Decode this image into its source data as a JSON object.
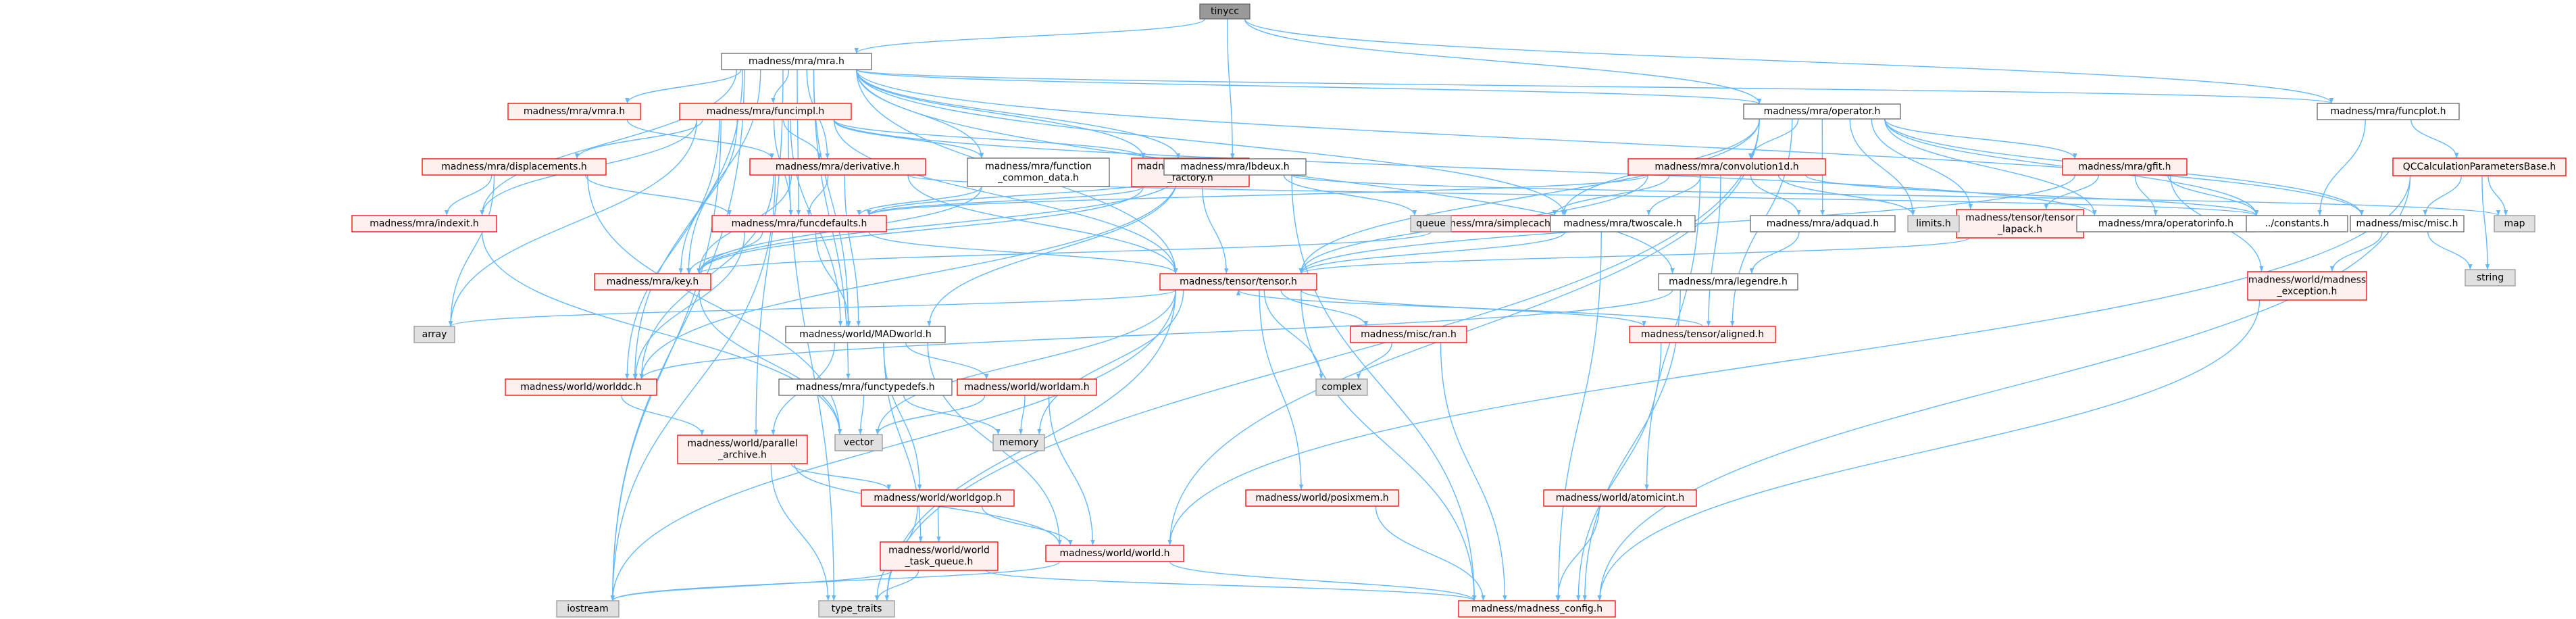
{
  "colors": {
    "edge": "#63b8ff",
    "border_normal": "#666666",
    "border_missing": "#ff0000",
    "root_fill": "#999999",
    "missing_fill": "#fff0f0",
    "external_fill": "#e0e0e0",
    "external_border": "#999999",
    "normal_fill": "#ffffff",
    "text": "#000000"
  },
  "nodes": [
    {
      "id": "tinycc",
      "lines": [
        "tinycc"
      ],
      "kind": "root"
    },
    {
      "id": "mra",
      "lines": [
        "madness/mra/mra.h"
      ],
      "kind": "normal"
    },
    {
      "id": "operator",
      "lines": [
        "madness/mra/operator.h"
      ],
      "kind": "normal"
    },
    {
      "id": "funcplot",
      "lines": [
        "madness/mra/funcplot.h"
      ],
      "kind": "normal"
    },
    {
      "id": "vmra",
      "lines": [
        "madness/mra/vmra.h"
      ],
      "kind": "missing"
    },
    {
      "id": "funcimpl",
      "lines": [
        "madness/mra/funcimpl.h"
      ],
      "kind": "missing"
    },
    {
      "id": "qccalc",
      "lines": [
        "QCCalculationParametersBase.h"
      ],
      "kind": "missing"
    },
    {
      "id": "convolution1d",
      "lines": [
        "madness/mra/convolution1d.h"
      ],
      "kind": "missing"
    },
    {
      "id": "gfit",
      "lines": [
        "madness/mra/gfit.h"
      ],
      "kind": "missing"
    },
    {
      "id": "displacements",
      "lines": [
        "madness/mra/displacements.h"
      ],
      "kind": "missing"
    },
    {
      "id": "derivative",
      "lines": [
        "madness/mra/derivative.h"
      ],
      "kind": "missing"
    },
    {
      "id": "fcd",
      "lines": [
        "madness/mra/function",
        "_common_data.h"
      ],
      "kind": "normal"
    },
    {
      "id": "ffactory",
      "lines": [
        "madness/mra/function",
        "_factory.h"
      ],
      "kind": "missing"
    },
    {
      "id": "lbdeux",
      "lines": [
        "madness/mra/lbdeux.h"
      ],
      "kind": "normal"
    },
    {
      "id": "simplecache",
      "lines": [
        "madness/mra/simplecache.h"
      ],
      "kind": "missing"
    },
    {
      "id": "twoscale",
      "lines": [
        "madness/mra/twoscale.h"
      ],
      "kind": "normal"
    },
    {
      "id": "adquad",
      "lines": [
        "madness/mra/adquad.h"
      ],
      "kind": "normal"
    },
    {
      "id": "tlapack",
      "lines": [
        "madness/tensor/tensor",
        "_lapack.h"
      ],
      "kind": "missing"
    },
    {
      "id": "opinfo",
      "lines": [
        "madness/mra/operatorinfo.h"
      ],
      "kind": "normal"
    },
    {
      "id": "constants",
      "lines": [
        "../constants.h"
      ],
      "kind": "normal"
    },
    {
      "id": "misc",
      "lines": [
        "madness/misc/misc.h"
      ],
      "kind": "normal"
    },
    {
      "id": "indexit",
      "lines": [
        "madness/mra/indexit.h"
      ],
      "kind": "missing"
    },
    {
      "id": "funcdefaults",
      "lines": [
        "madness/mra/funcdefaults.h"
      ],
      "kind": "missing"
    },
    {
      "id": "queue",
      "lines": [
        "queue"
      ],
      "kind": "external"
    },
    {
      "id": "limits",
      "lines": [
        "limits.h"
      ],
      "kind": "external"
    },
    {
      "id": "map",
      "lines": [
        "map"
      ],
      "kind": "external"
    },
    {
      "id": "string",
      "lines": [
        "string"
      ],
      "kind": "external"
    },
    {
      "id": "key",
      "lines": [
        "madness/mra/key.h"
      ],
      "kind": "missing"
    },
    {
      "id": "tensor",
      "lines": [
        "madness/tensor/tensor.h"
      ],
      "kind": "missing"
    },
    {
      "id": "legendre",
      "lines": [
        "madness/mra/legendre.h"
      ],
      "kind": "normal"
    },
    {
      "id": "mexception",
      "lines": [
        "madness/world/madness",
        "_exception.h"
      ],
      "kind": "missing"
    },
    {
      "id": "array",
      "lines": [
        "array"
      ],
      "kind": "external"
    },
    {
      "id": "madworld",
      "lines": [
        "madness/world/MADworld.h"
      ],
      "kind": "normal"
    },
    {
      "id": "mran",
      "lines": [
        "madness/misc/ran.h"
      ],
      "kind": "missing"
    },
    {
      "id": "aligned",
      "lines": [
        "madness/tensor/aligned.h"
      ],
      "kind": "missing"
    },
    {
      "id": "worlddc",
      "lines": [
        "madness/world/worlddc.h"
      ],
      "kind": "missing"
    },
    {
      "id": "functypedefs",
      "lines": [
        "madness/mra/functypedefs.h"
      ],
      "kind": "normal"
    },
    {
      "id": "worldam",
      "lines": [
        "madness/world/worldam.h"
      ],
      "kind": "missing"
    },
    {
      "id": "complex",
      "lines": [
        "complex"
      ],
      "kind": "external"
    },
    {
      "id": "vector",
      "lines": [
        "vector"
      ],
      "kind": "external"
    },
    {
      "id": "memory",
      "lines": [
        "memory"
      ],
      "kind": "external"
    },
    {
      "id": "parchive",
      "lines": [
        "madness/world/parallel",
        "_archive.h"
      ],
      "kind": "missing"
    },
    {
      "id": "worldgop",
      "lines": [
        "madness/world/worldgop.h"
      ],
      "kind": "missing"
    },
    {
      "id": "posixmem",
      "lines": [
        "madness/world/posixmem.h"
      ],
      "kind": "missing"
    },
    {
      "id": "atomicint",
      "lines": [
        "madness/world/atomicint.h"
      ],
      "kind": "missing"
    },
    {
      "id": "wtq",
      "lines": [
        "madness/world/world",
        "_task_queue.h"
      ],
      "kind": "missing"
    },
    {
      "id": "world",
      "lines": [
        "madness/world/world.h"
      ],
      "kind": "missing"
    },
    {
      "id": "iostream",
      "lines": [
        "iostream"
      ],
      "kind": "external"
    },
    {
      "id": "typetraits",
      "lines": [
        "type_traits"
      ],
      "kind": "external"
    },
    {
      "id": "mconfig",
      "lines": [
        "madness/madness_config.h"
      ],
      "kind": "missing"
    }
  ],
  "edges": [
    [
      "tinycc",
      "mra"
    ],
    [
      "tinycc",
      "operator"
    ],
    [
      "tinycc",
      "funcplot"
    ],
    [
      "tinycc",
      "lbdeux"
    ],
    [
      "mra",
      "iostream"
    ],
    [
      "mra",
      "vmra"
    ],
    [
      "mra",
      "funcimpl"
    ],
    [
      "mra",
      "derivative"
    ],
    [
      "mra",
      "operator"
    ],
    [
      "mra",
      "funcplot"
    ],
    [
      "mra",
      "fcd"
    ],
    [
      "mra",
      "ffactory"
    ],
    [
      "mra",
      "lbdeux"
    ],
    [
      "mra",
      "twoscale"
    ],
    [
      "mra",
      "legendre"
    ],
    [
      "mra",
      "tensor"
    ],
    [
      "mra",
      "key"
    ],
    [
      "mra",
      "indexit"
    ],
    [
      "mra",
      "funcdefaults"
    ],
    [
      "mra",
      "madworld"
    ],
    [
      "mra",
      "functypedefs"
    ],
    [
      "mra",
      "parchive"
    ],
    [
      "mra",
      "worlddc"
    ],
    [
      "mra",
      "misc"
    ],
    [
      "vmra",
      "derivative"
    ],
    [
      "funcimpl",
      "displacements"
    ],
    [
      "funcimpl",
      "derivative"
    ],
    [
      "funcimpl",
      "fcd"
    ],
    [
      "funcimpl",
      "ffactory"
    ],
    [
      "funcimpl",
      "funcdefaults"
    ],
    [
      "funcimpl",
      "key"
    ],
    [
      "funcimpl",
      "indexit"
    ],
    [
      "funcimpl",
      "tensor"
    ],
    [
      "funcimpl",
      "madworld"
    ],
    [
      "funcimpl",
      "iostream"
    ],
    [
      "funcimpl",
      "typetraits"
    ],
    [
      "funcimpl",
      "array"
    ],
    [
      "funcimpl",
      "opinfo"
    ],
    [
      "funcimpl",
      "worlddc"
    ],
    [
      "operator",
      "convolution1d"
    ],
    [
      "operator",
      "gfit"
    ],
    [
      "operator",
      "simplecache"
    ],
    [
      "operator",
      "adquad"
    ],
    [
      "operator",
      "tlapack"
    ],
    [
      "operator",
      "opinfo"
    ],
    [
      "operator",
      "constants"
    ],
    [
      "operator",
      "misc"
    ],
    [
      "operator",
      "limits"
    ],
    [
      "operator",
      "aligned"
    ],
    [
      "operator",
      "world"
    ],
    [
      "operator",
      "typetraits"
    ],
    [
      "operator",
      "tensor"
    ],
    [
      "funcplot",
      "qccalc"
    ],
    [
      "funcplot",
      "constants"
    ],
    [
      "qccalc",
      "misc"
    ],
    [
      "qccalc",
      "map"
    ],
    [
      "qccalc",
      "string"
    ],
    [
      "qccalc",
      "world"
    ],
    [
      "qccalc",
      "mconfig"
    ],
    [
      "convolution1d",
      "limits"
    ],
    [
      "convolution1d",
      "adquad"
    ],
    [
      "convolution1d",
      "funcdefaults"
    ],
    [
      "convolution1d",
      "twoscale"
    ],
    [
      "convolution1d",
      "simplecache"
    ],
    [
      "convolution1d",
      "aligned"
    ],
    [
      "convolution1d",
      "tensor"
    ],
    [
      "convolution1d",
      "constants"
    ],
    [
      "convolution1d",
      "atomicint"
    ],
    [
      "gfit",
      "constants"
    ],
    [
      "gfit",
      "tlapack"
    ],
    [
      "gfit",
      "opinfo"
    ],
    [
      "gfit",
      "mexception"
    ],
    [
      "gfit",
      "tensor"
    ],
    [
      "displacements",
      "indexit"
    ],
    [
      "displacements",
      "funcdefaults"
    ],
    [
      "displacements",
      "array"
    ],
    [
      "displacements",
      "vector"
    ],
    [
      "derivative",
      "funcdefaults"
    ],
    [
      "derivative",
      "key"
    ],
    [
      "derivative",
      "tensor"
    ],
    [
      "derivative",
      "madworld"
    ],
    [
      "derivative",
      "worlddc"
    ],
    [
      "derivative",
      "iostream"
    ],
    [
      "derivative",
      "constants"
    ],
    [
      "fcd",
      "funcdefaults"
    ],
    [
      "fcd",
      "key"
    ],
    [
      "ffactory",
      "funcdefaults"
    ],
    [
      "ffactory",
      "key"
    ],
    [
      "ffactory",
      "tensor"
    ],
    [
      "lbdeux",
      "funcdefaults"
    ],
    [
      "lbdeux",
      "key"
    ],
    [
      "lbdeux",
      "queue"
    ],
    [
      "lbdeux",
      "map"
    ],
    [
      "lbdeux",
      "worlddc"
    ],
    [
      "lbdeux",
      "mconfig"
    ],
    [
      "lbdeux",
      "madworld"
    ],
    [
      "simplecache",
      "key"
    ],
    [
      "twoscale",
      "tensor"
    ],
    [
      "twoscale",
      "mconfig"
    ],
    [
      "adquad",
      "legendre"
    ],
    [
      "tlapack",
      "tensor"
    ],
    [
      "misc",
      "mexception"
    ],
    [
      "misc",
      "string"
    ],
    [
      "indexit",
      "vector"
    ],
    [
      "funcdefaults",
      "key"
    ],
    [
      "funcdefaults",
      "tensor"
    ],
    [
      "funcdefaults",
      "madworld"
    ],
    [
      "funcdefaults",
      "worlddc"
    ],
    [
      "key",
      "vector"
    ],
    [
      "tensor",
      "aligned"
    ],
    [
      "tensor",
      "mran"
    ],
    [
      "tensor",
      "array"
    ],
    [
      "tensor",
      "complex"
    ],
    [
      "tensor",
      "memory"
    ],
    [
      "tensor",
      "iostream"
    ],
    [
      "tensor",
      "mconfig"
    ],
    [
      "tensor",
      "posixmem"
    ],
    [
      "tensor",
      "typetraits"
    ],
    [
      "tensor",
      "vector"
    ],
    [
      "legendre",
      "mconfig"
    ],
    [
      "legendre",
      "worlddc"
    ],
    [
      "mexception",
      "mconfig"
    ],
    [
      "madworld",
      "worldam"
    ],
    [
      "madworld",
      "worldgop"
    ],
    [
      "madworld",
      "wtq"
    ],
    [
      "madworld",
      "world"
    ],
    [
      "madworld",
      "parchive"
    ],
    [
      "mran",
      "complex"
    ],
    [
      "mran",
      "mconfig"
    ],
    [
      "aligned",
      "tensor"
    ],
    [
      "aligned",
      "mconfig"
    ],
    [
      "worlddc",
      "parchive"
    ],
    [
      "functypedefs",
      "vector"
    ],
    [
      "functypedefs",
      "memory"
    ],
    [
      "worldam",
      "vector"
    ],
    [
      "worldam",
      "memory"
    ],
    [
      "worldam",
      "world"
    ],
    [
      "parchive",
      "worldgop"
    ],
    [
      "parchive",
      "world"
    ],
    [
      "parchive",
      "typetraits"
    ],
    [
      "worldgop",
      "wtq"
    ],
    [
      "worldgop",
      "world"
    ],
    [
      "worldgop",
      "typetraits"
    ],
    [
      "posixmem",
      "mconfig"
    ],
    [
      "atomicint",
      "mconfig"
    ],
    [
      "wtq",
      "iostream"
    ],
    [
      "wtq",
      "typetraits"
    ],
    [
      "wtq",
      "mconfig"
    ],
    [
      "world",
      "iostream"
    ],
    [
      "world",
      "mconfig"
    ]
  ]
}
